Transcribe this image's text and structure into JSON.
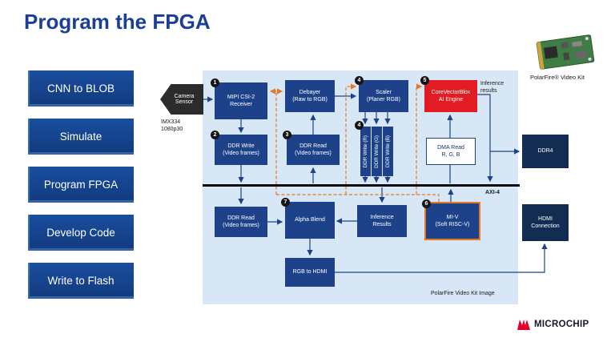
{
  "title": "Program the FPGA",
  "sidebar": {
    "items": [
      {
        "label": "CNN to BLOB"
      },
      {
        "label": "Simulate"
      },
      {
        "label": "Program FPGA"
      },
      {
        "label": "Develop Code"
      },
      {
        "label": "Write to Flash"
      }
    ]
  },
  "camera": {
    "label": "Camera\nSensor",
    "sublabel": "IMX334\n1080p30"
  },
  "blocks": {
    "mipi": {
      "num": "1",
      "label": "MIPI CSI-2\nReceiver"
    },
    "ddr_write_frames": {
      "num": "2",
      "label": "DDR Write\n(Video frames)"
    },
    "ddr_read_frames": {
      "num": "3",
      "label": "DDR Read\n(Video frames)"
    },
    "debayer": {
      "label": "Debayer\n(Raw to RGB)"
    },
    "scaler": {
      "num": "4",
      "label": "Scaler\n(Planer RGB)"
    },
    "ddr_group_num": "4",
    "ddr_write_r": {
      "label": "DDR Write (R)"
    },
    "ddr_write_g": {
      "label": "DDR Write (G)"
    },
    "ddr_write_b": {
      "label": "DDR Write (B)"
    },
    "vectorblox": {
      "num": "5",
      "label": "CoreVectorBlox\nAI Engine"
    },
    "dma_read": {
      "label": "DMA Read\nR, G, B"
    },
    "ddr_read_bottom": {
      "label": "DDR Read\n(Video frames)"
    },
    "alpha_blend": {
      "num": "7",
      "label": "Alpha Blend"
    },
    "inference_results": {
      "label": "Inference\nResults"
    },
    "miv": {
      "num": "6",
      "label": "MI-V\n(Soft RISC-V)"
    },
    "rgb_hdmi": {
      "label": "RGB to HDMI"
    }
  },
  "labels": {
    "inference_note": "Inference\nresults",
    "axi": "AXI-4",
    "panel_caption": "PolarFire Video Kit Image",
    "kit": "PolarFire® Video Kit"
  },
  "external": {
    "ddr4": "DDR4",
    "hdmi": "HDMI\nConnection"
  },
  "footer": {
    "brand": "MICROCHIP"
  },
  "colors": {
    "accent_blue": "#1b3f94",
    "block_navy": "#1d4289",
    "engine_red": "#e31b23",
    "dashed_orange": "#e87722",
    "panel_blue": "#d7e7f6",
    "brand_red": "#e4002b"
  }
}
